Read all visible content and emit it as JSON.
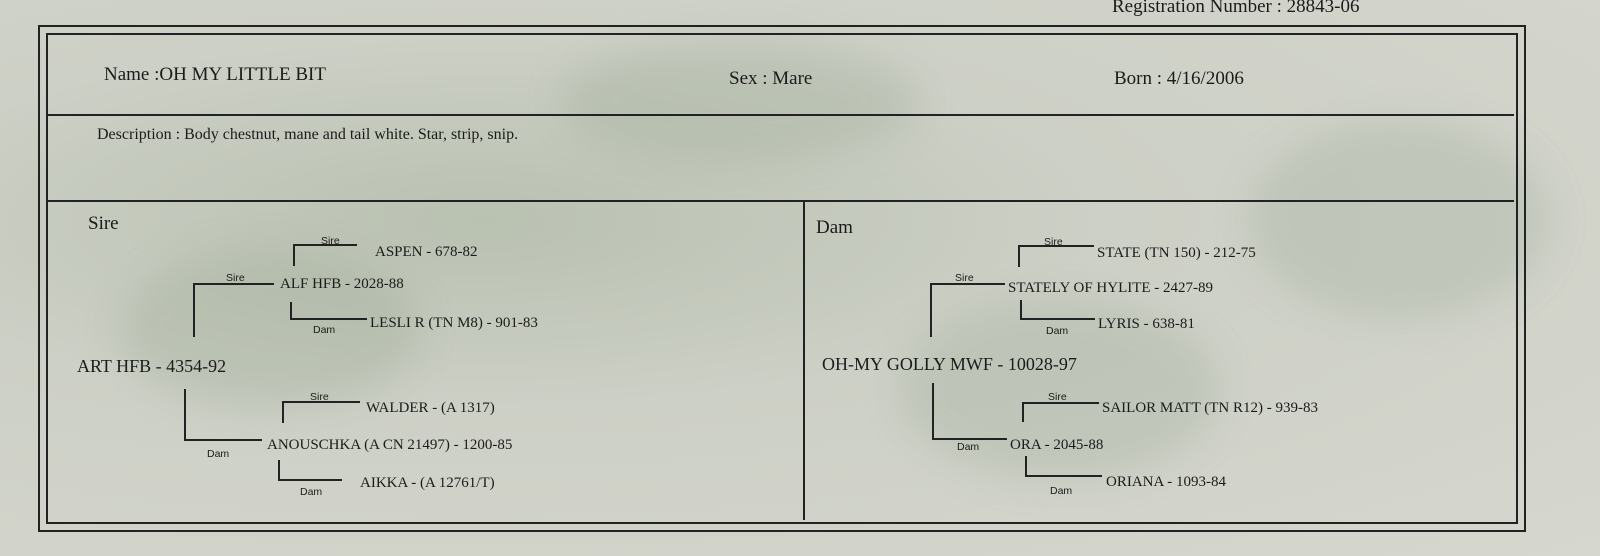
{
  "registration": {
    "label": "Registration Number :",
    "value": "28843-06"
  },
  "header": {
    "name_label": "Name :",
    "name": "OH MY LITTLE BIT",
    "sex_label": "Sex :",
    "sex": "Mare",
    "born_label": "Born :",
    "born": "4/16/2006"
  },
  "description": {
    "label": "Description :",
    "text": "Body chestnut, mane and tail white. Star, strip, snip."
  },
  "labels": {
    "sire": "Sire",
    "dam": "Dam"
  },
  "sire_side": {
    "heading": "Sire",
    "horse": "ART HFB - 4354-92",
    "sire": "ALF HFB - 2028-88",
    "sire_sire": "ASPEN - 678-82",
    "sire_dam": "LESLI R (TN M8) - 901-83",
    "dam": "ANOUSCHKA (A CN 21497) - 1200-85",
    "dam_sire": "WALDER - (A 1317)",
    "dam_dam": "AIKKA - (A 12761/T)"
  },
  "dam_side": {
    "heading": "Dam",
    "horse": "OH-MY GOLLY MWF - 10028-97",
    "sire": "STATELY OF HYLITE - 2427-89",
    "sire_sire": "STATE (TN 150) - 212-75",
    "sire_dam": "LYRIS - 638-81",
    "dam": "ORA - 2045-88",
    "dam_sire": "SAILOR MATT (TN R12) - 939-83",
    "dam_dam": "ORIANA - 1093-84"
  }
}
